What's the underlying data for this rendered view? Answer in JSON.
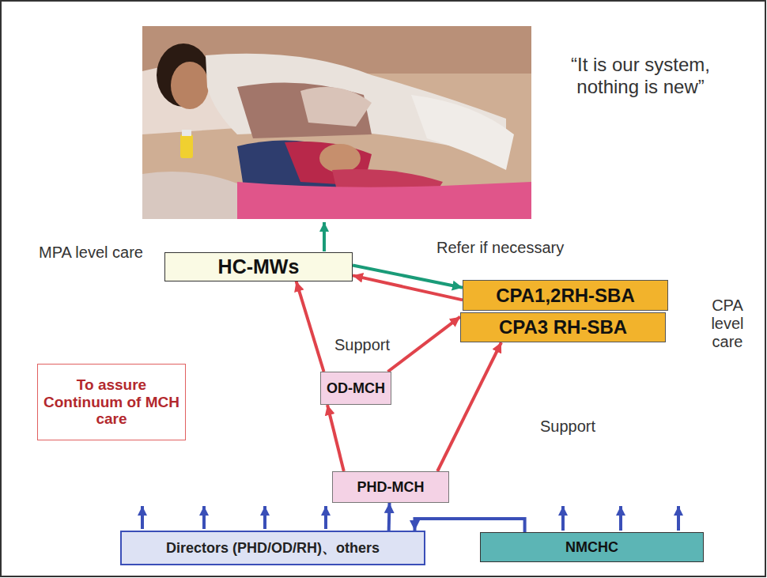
{
  "diagram": {
    "nodes": [
      {
        "text": [
          "HC-MWs"
        ]
      },
      {
        "text": [
          "CPA1,2RH-SBA"
        ]
      },
      {
        "text": [
          "CPA3 RH-SBA"
        ]
      },
      {
        "text": [
          "OD-MCH"
        ]
      },
      {
        "text": [
          "To assure Continuum of MCH care"
        ]
      },
      {
        "text": [
          "PHD-MCH"
        ]
      },
      {
        "text": [
          "Directors (PHD/OD/RH)、others"
        ]
      },
      {
        "text": [
          "NMCHC"
        ]
      }
    ],
    "edges": [
      {
        "from": 0,
        "to": 1,
        "arrow": "to"
      },
      {
        "from": 1,
        "to": 0,
        "arrow": "to"
      },
      {
        "from": 3,
        "to": 0,
        "arrow": "to"
      },
      {
        "from": 3,
        "to": 2,
        "arrow": "to"
      },
      {
        "from": 5,
        "to": 3,
        "arrow": "to"
      },
      {
        "from": 5,
        "to": 2,
        "arrow": "to"
      },
      {
        "from": 6,
        "to": 5,
        "arrow": "to"
      },
      {
        "from": 7,
        "to": 6,
        "arrow": "to"
      }
    ],
    "labels": [
      "“It is our system, nothing is new”",
      "MPA level care",
      "Refer if necessary",
      "Support",
      "CPA level care",
      "Support"
    ]
  }
}
